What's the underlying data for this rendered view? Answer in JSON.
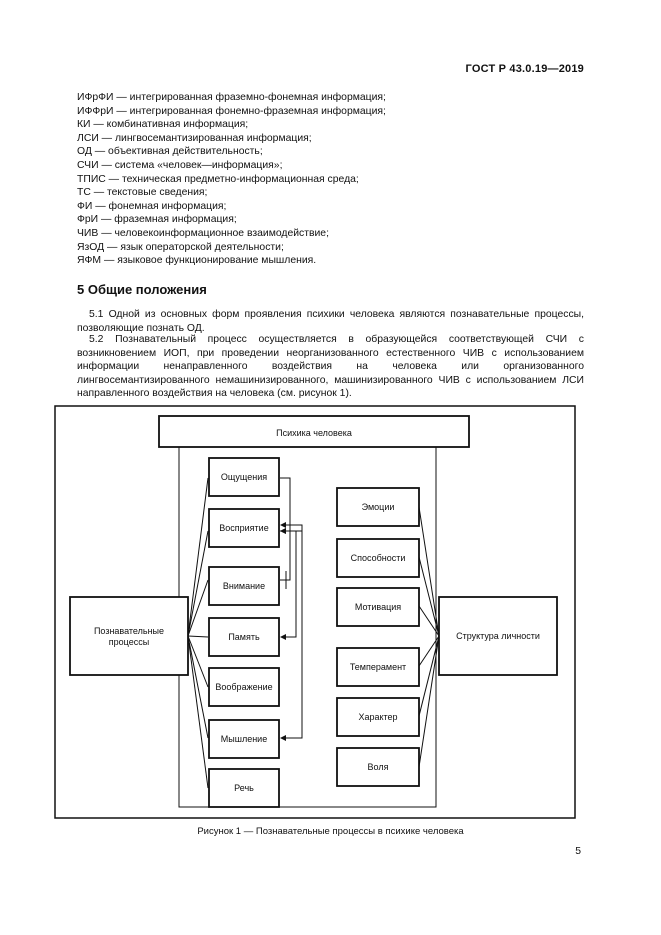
{
  "header": {
    "standard": "ГОСТ Р 43.0.19—2019"
  },
  "abbreviations": [
    "ИФрФИ — интегрированная фраземно-фонемная информация;",
    "ИФФрИ — интегрированная фонемно-фраземная информация;",
    "КИ — комбинативная информация;",
    "ЛСИ — лингвосемантизированная информация;",
    "ОД — объективная действительность;",
    "СЧИ — система «человек—информация»;",
    "ТПИС — техническая предметно-информационная среда;",
    "ТС — текстовые сведения;",
    "ФИ — фонемная информация;",
    "ФрИ — фраземная информация;",
    "ЧИВ — человекоинформационное взаимодействие;",
    "ЯзОД — язык операторской деятельности;",
    "ЯФМ — языковое функционирование мышления."
  ],
  "section": {
    "heading": "5 Общие положения",
    "p1": "5.1 Одной из основных форм проявления психики человека являются познавательные процессы, позволяющие познать ОД.",
    "p2": "5.2 Познавательный процесс осуществляется в образующейся соответствующей СЧИ с возникновением ИОП, при проведении неорганизованного естественного ЧИВ с использованием информации ненаправленного воздействия на человека или организованного лингвосемантизированного немашинизированного, машинизированного ЧИВ с использованием ЛСИ направленного воздействия на человека (см. рисунок 1)."
  },
  "diagram": {
    "top": "Психика человека",
    "left": [
      "Познавательные",
      "процессы"
    ],
    "right": "Структура личности",
    "processes": [
      "Ощущения",
      "Восприятие",
      "Внимание",
      "Память",
      "Воображение",
      "Мышление",
      "Речь"
    ],
    "traits": [
      "Эмоции",
      "Способности",
      "Мотивация",
      "Темперамент",
      "Характер",
      "Воля"
    ]
  },
  "caption": "Рисунок 1 — Познавательные процессы в психике человека",
  "page_number": "5"
}
